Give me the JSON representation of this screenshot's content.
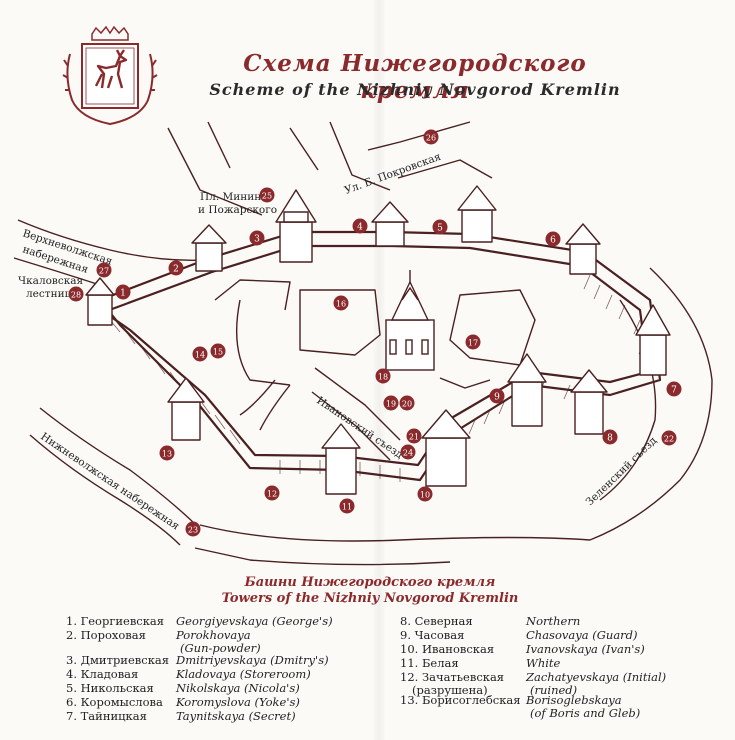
{
  "title": {
    "ru": "Схема Нижегородского кремля",
    "en": "Scheme of the Nizhniy Novgorod Kremlin"
  },
  "colors": {
    "accent": "#8b2a2c",
    "ink": "#4a2020",
    "paper": "#fbfaf7"
  },
  "emblem": {
    "icon": "deer-coat-of-arms-icon"
  },
  "map": {
    "street_labels": [
      {
        "id": "verkhnevolzhskaya",
        "text": "Верхневолжская набережная"
      },
      {
        "id": "chkalovskaya",
        "text": "Чкаловская лестница"
      },
      {
        "id": "minin-square",
        "text": "Пл. Минина и Пожарского"
      },
      {
        "id": "pokrovskaya",
        "text": "Ул. Б. Покровская"
      },
      {
        "id": "ivanovsky",
        "text": "Ивановский съезд"
      },
      {
        "id": "nizhnevolzhskaya",
        "text": "Нижневолжская набережная"
      },
      {
        "id": "zelensky",
        "text": "Зеленский съезд"
      }
    ],
    "markers": [
      "1",
      "2",
      "3",
      "4",
      "5",
      "6",
      "7",
      "8",
      "9",
      "10",
      "11",
      "12",
      "13",
      "14",
      "15",
      "16",
      "17",
      "18",
      "19",
      "20",
      "21",
      "22",
      "23",
      "24",
      "25",
      "26",
      "27",
      "28"
    ]
  },
  "legend": {
    "title_ru": "Башни Нижегородского кремля",
    "title_en": "Towers of the Nizhniy Novgorod Kremlin",
    "towers": [
      {
        "ru": "1. Георгиевская",
        "en": "Georgiyevskaya (George's)"
      },
      {
        "ru": "2. Пороховая",
        "en": "Porokhovaya",
        "en2": "(Gun-powder)"
      },
      {
        "ru": "3. Дмитриевская",
        "en": "Dmitriyevskaya (Dmitry's)"
      },
      {
        "ru": "4. Кладовая",
        "en": "Kladovaya (Storeroom)"
      },
      {
        "ru": "5. Никольская",
        "en": "Nikolskaya (Nicola's)"
      },
      {
        "ru": "6. Коромыслова",
        "en": "Koromyslova (Yoke's)"
      },
      {
        "ru": "7. Тайницкая",
        "en": "Taynitskaya (Secret)"
      },
      {
        "ru": "8. Северная",
        "en": "Northern"
      },
      {
        "ru": "9. Часовая",
        "en": "Chasovaya (Guard)"
      },
      {
        "ru": "10. Ивановская",
        "en": "Ivanovskaya (Ivan's)"
      },
      {
        "ru": "11. Белая",
        "en": "White"
      },
      {
        "ru": "12. Зачатьевская",
        "ru2": "(разрушена)",
        "en": "Zachatyevskaya (Initial)",
        "en2": "(ruined)"
      },
      {
        "ru": "13. Борисоглебская",
        "en": "Borisoglebskaya",
        "en2": "(of Boris and Gleb)"
      }
    ]
  }
}
